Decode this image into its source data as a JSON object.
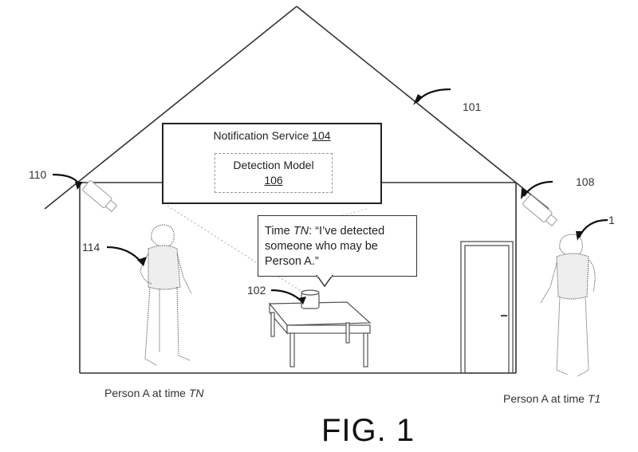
{
  "figure": {
    "label": "FIG. 1",
    "refs": {
      "house": "101",
      "device": "102",
      "camera_right": "108",
      "camera_left": "110",
      "person_left": "114",
      "person_right": "1"
    },
    "notification_service": {
      "title": "Notification Service ",
      "ref": "104"
    },
    "detection_model": {
      "title": "Detection Model",
      "ref": "106"
    },
    "speech_bubble": {
      "prefix": "Time ",
      "time": "TN",
      "text": ": “I’ve detected someone who may be Person A.”"
    },
    "captions": {
      "left_prefix": "Person A at time ",
      "left_time": "TN",
      "right_prefix": "Person A at time ",
      "right_time": "T1"
    }
  }
}
